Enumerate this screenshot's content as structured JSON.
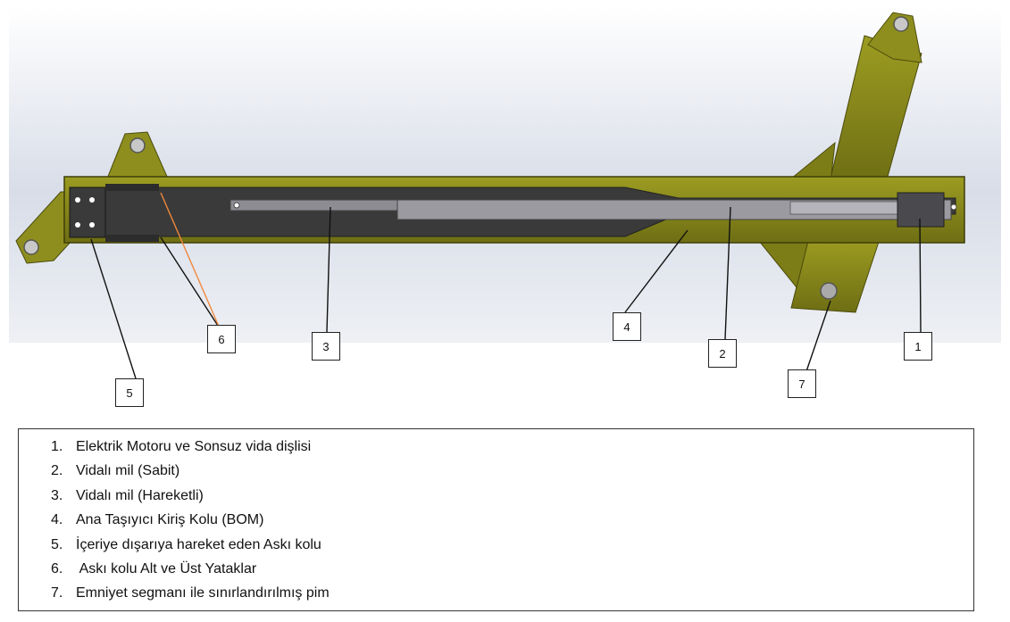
{
  "callouts": [
    {
      "id": "1",
      "label": "1"
    },
    {
      "id": "2",
      "label": "2"
    },
    {
      "id": "3",
      "label": "3"
    },
    {
      "id": "4",
      "label": "4"
    },
    {
      "id": "5",
      "label": "5"
    },
    {
      "id": "6",
      "label": "6"
    },
    {
      "id": "7",
      "label": "7"
    }
  ],
  "legend": {
    "items": [
      {
        "number": "1.",
        "text": "Elektrik Motoru ve Sonsuz vida dişlisi"
      },
      {
        "number": "2.",
        "text": "Vidalı mil (Sabit)"
      },
      {
        "number": "3.",
        "text": "Vidalı mil (Hareketli)"
      },
      {
        "number": "4.",
        "text": "Ana Taşıyıcı Kiriş Kolu (BOM)"
      },
      {
        "number": "5.",
        "text": "İçeriye dışarıya hareket eden Askı kolu"
      },
      {
        "number": "6.",
        "text": " Askı kolu Alt ve Üst Yataklar"
      },
      {
        "number": "7.",
        "text": "Emniyet segmanı ile sınırlandırılmış pim"
      }
    ]
  },
  "colors": {
    "olive_body": "#8a8a1c",
    "olive_dark": "#5f5f10",
    "steel_dark": "#3a3a3a",
    "screw_gray": "#8c8c92",
    "leader_black": "#111111",
    "leader_orange": "#f0883e"
  }
}
